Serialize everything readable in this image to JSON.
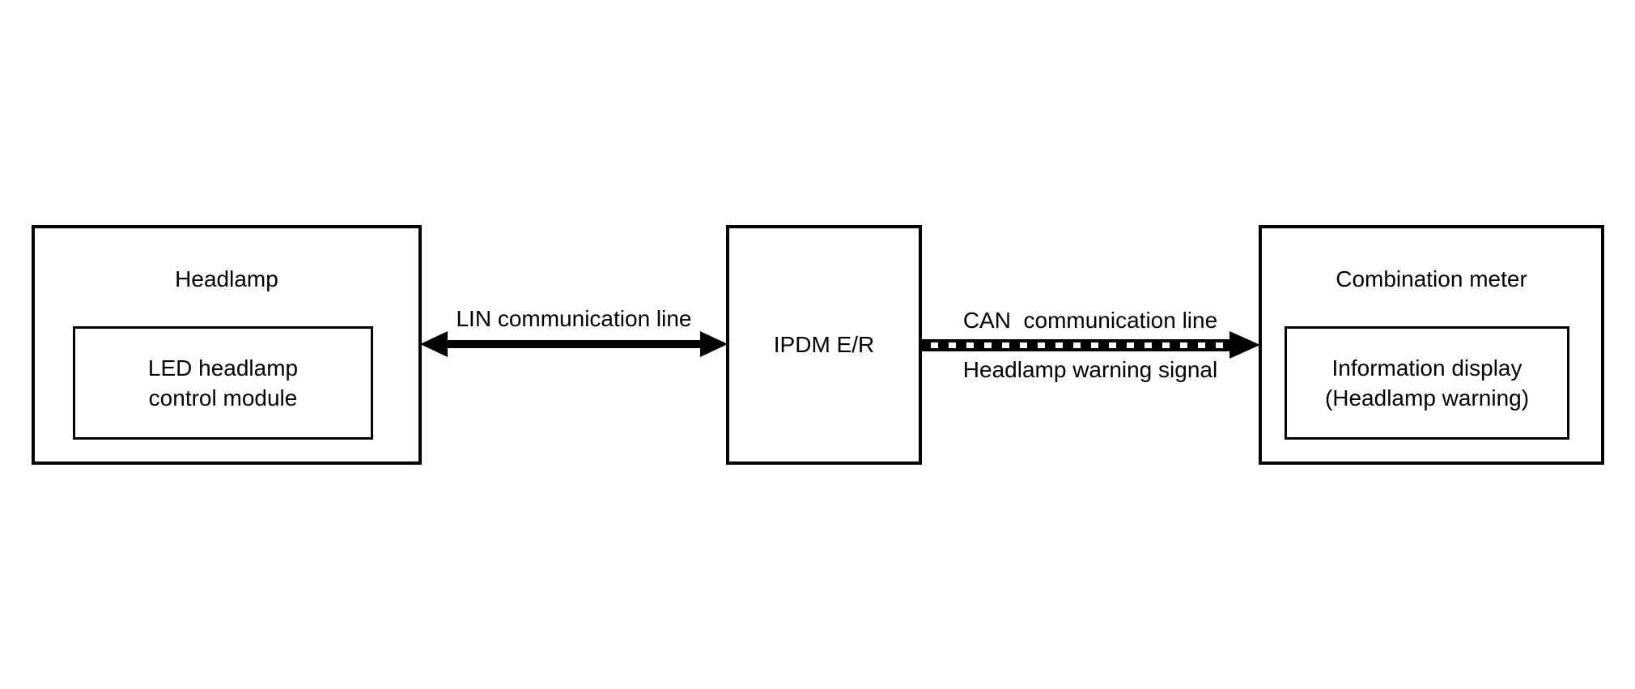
{
  "diagram": {
    "background": "#ffffff",
    "stroke": "#000000",
    "headlamp_box": {
      "title": "Headlamp",
      "module_line1": "LED headlamp",
      "module_line2": "control module"
    },
    "ipdm_box": {
      "label": "IPDM E/R"
    },
    "combination_meter_box": {
      "title": "Combination meter",
      "display_line1": "Information display",
      "display_line2": "(Headlamp warning)"
    },
    "lin_link": {
      "label": "LIN communication line",
      "style": "solid-double-arrow"
    },
    "can_link": {
      "label_top": "CAN  communication line",
      "label_bottom": "Headlamp warning signal",
      "style": "dashed-single-arrow-right"
    }
  }
}
